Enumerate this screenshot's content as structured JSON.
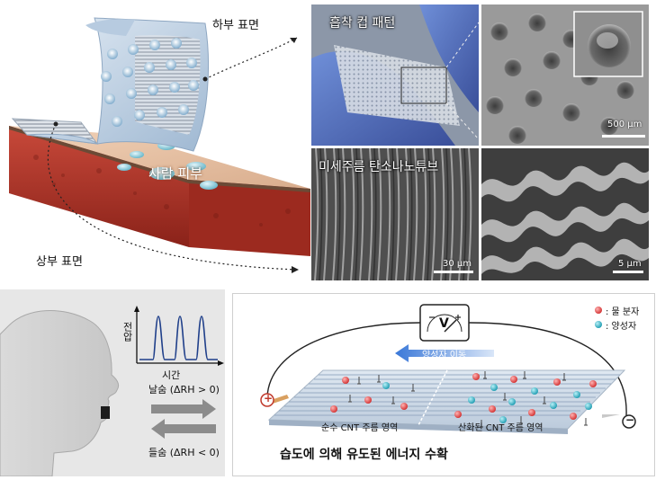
{
  "top_left": {
    "label_bottom_surface": "하부 표면",
    "label_skin": "사람 피부",
    "label_top_surface": "상부 표면"
  },
  "photos": {
    "suction_cup_pattern": "흡착 컵 패턴",
    "scale_500": "500 μm",
    "cnt_wrinkle": "미세주름 탄소나노튜브",
    "scale_30": "30 μm",
    "scale_5": "5 μm"
  },
  "bottom_left": {
    "y_label": "전압",
    "x_label": "시간",
    "exhale": "날숨 (ΔRH > 0)",
    "inhale": "들숨 (ΔRH < 0)"
  },
  "bottom_right": {
    "meter_symbol": "V",
    "legend_water": ": 물 분자",
    "legend_proton": ": 양성자",
    "proton_flow": "양성자 이동",
    "plus": "+",
    "minus": "−",
    "pure_region": "순수 CNT 주름 영역",
    "oxidized_region": "산화된 CNT 주름 영역",
    "caption": "습도에 의해 유도된 에너지 수확"
  },
  "colors": {
    "skin_top": "#e8c4a8",
    "skin_side": "#b83a2a",
    "film": "#c9d9ea",
    "droplet": "#7fc6d6",
    "pulse": "#1f3f8a",
    "arrow_blue": "#3a78d8",
    "water_red": "#e04a4a",
    "proton_cyan": "#2bb6c8"
  }
}
